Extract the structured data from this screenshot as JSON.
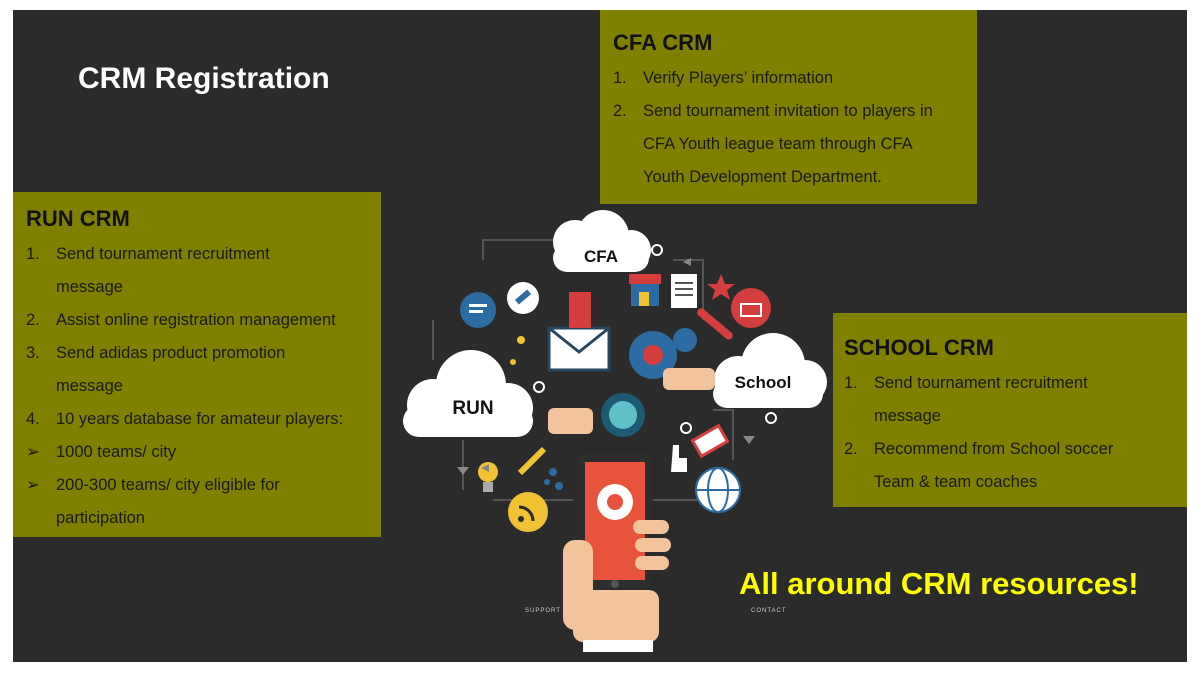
{
  "title": "CRM Registration",
  "cfa_box": {
    "heading": "CFA CRM",
    "items": [
      {
        "marker": "1.",
        "text": "Verify Players’ information"
      },
      {
        "marker": "2.",
        "text": "Send tournament invitation to players in"
      },
      {
        "marker": "",
        "text": "CFA Youth league team  through CFA"
      },
      {
        "marker": "",
        "text": "Youth Development Department."
      }
    ]
  },
  "run_box": {
    "heading": "RUN CRM",
    "items": [
      {
        "marker": "1.",
        "text": "Send tournament recruitment"
      },
      {
        "marker": "",
        "text": "message"
      },
      {
        "marker": "2.",
        "text": "Assist online registration management"
      },
      {
        "marker": "3.",
        "text": "Send adidas product promotion"
      },
      {
        "marker": "",
        "text": "message"
      },
      {
        "marker": "4.",
        "text": "10 years database for amateur players:"
      },
      {
        "marker": "➢",
        "text": "1000 teams/ city"
      },
      {
        "marker": "➢",
        "text": "200-300 teams/ city eligible for"
      },
      {
        "marker": "",
        "text": "participation"
      }
    ]
  },
  "school_box": {
    "heading": "SCHOOL CRM",
    "items": [
      {
        "marker": "1.",
        "text": "Send tournament recruitment"
      },
      {
        "marker": "",
        "text": "message"
      },
      {
        "marker": "2.",
        "text": "Recommend from School soccer"
      },
      {
        "marker": "",
        "text": "Team & team coaches"
      }
    ]
  },
  "illustration": {
    "cloud_cfa": "CFA",
    "cloud_run": "RUN",
    "cloud_school": "School",
    "label_support": "SUPPORT",
    "label_contact": "CONTACT"
  },
  "tagline": "All around CRM resources!",
  "colors": {
    "slide_background": "#2b2b2b",
    "box_background": "#808000",
    "tagline": "#ffff00",
    "title": "#ffffff"
  }
}
